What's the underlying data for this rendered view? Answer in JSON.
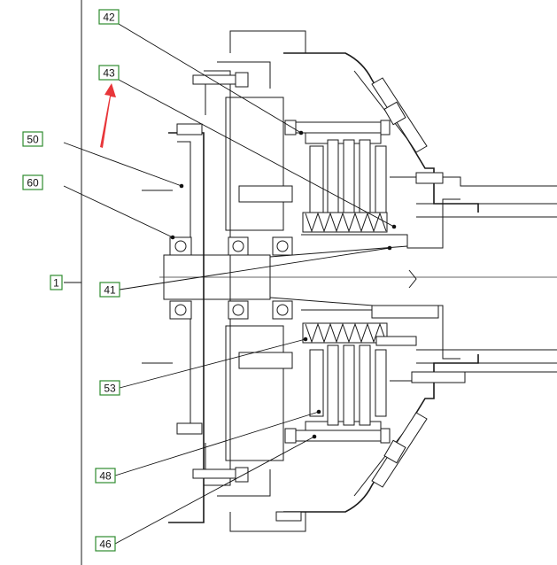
{
  "labels": [
    "42",
    "43",
    "50",
    "60",
    "1",
    "41",
    "53",
    "48",
    "46"
  ],
  "arrow_color": "#e8363a",
  "label_border_color": "#2e8b2e"
}
